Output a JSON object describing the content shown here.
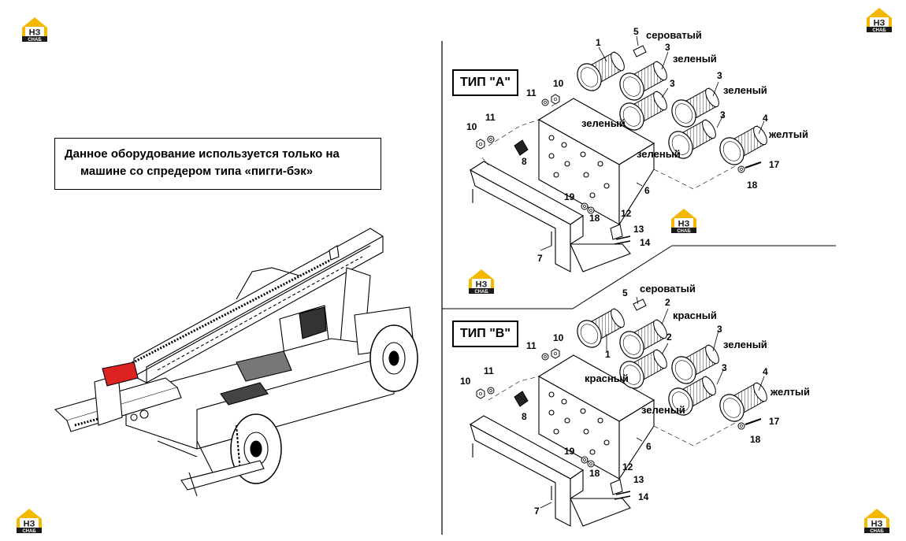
{
  "logo": {
    "line1": "НЗ",
    "line2": "СНАБ",
    "accent": "#f5b800"
  },
  "note": {
    "line1": "Данное оборудование используется только на",
    "line2": "машине со спредером типа «пигги-бэк»"
  },
  "type_a": {
    "title": "ТИП \"A\"",
    "colors": {
      "grayish": "сероватый",
      "green_1": "зеленый",
      "green_2": "зеленый",
      "green_3": "зеленый",
      "green_4": "зеленый",
      "yellow": "желтый"
    },
    "callouts": {
      "n1": "1",
      "n5": "5",
      "n3a": "3",
      "n3b": "3",
      "n3c": "3",
      "n3d": "3",
      "n4": "4",
      "n11a": "11",
      "n10a": "10",
      "n10b": "10",
      "n11b": "11",
      "n8": "8",
      "n6": "6",
      "n17": "17",
      "n18a": "18",
      "n19": "19",
      "n18b": "18",
      "n12": "12",
      "n13": "13",
      "n14": "14",
      "n7": "7"
    }
  },
  "type_b": {
    "title": "ТИП \"B\"",
    "colors": {
      "grayish": "сероватый",
      "red_1": "красный",
      "red_2": "красный",
      "green_1": "зеленый",
      "green_2": "зеленый",
      "yellow": "желтый"
    },
    "callouts": {
      "n5": "5",
      "n2a": "2",
      "n2b": "2",
      "n3a": "3",
      "n3b": "3",
      "n1": "1",
      "n4": "4",
      "n11a": "11",
      "n10a": "10",
      "n10b": "10",
      "n11b": "11",
      "n8": "8",
      "n6": "6",
      "n17": "17",
      "n18a": "18",
      "n19": "19",
      "n18b": "18",
      "n12": "12",
      "n13": "13",
      "n14": "14",
      "n7": "7"
    }
  }
}
